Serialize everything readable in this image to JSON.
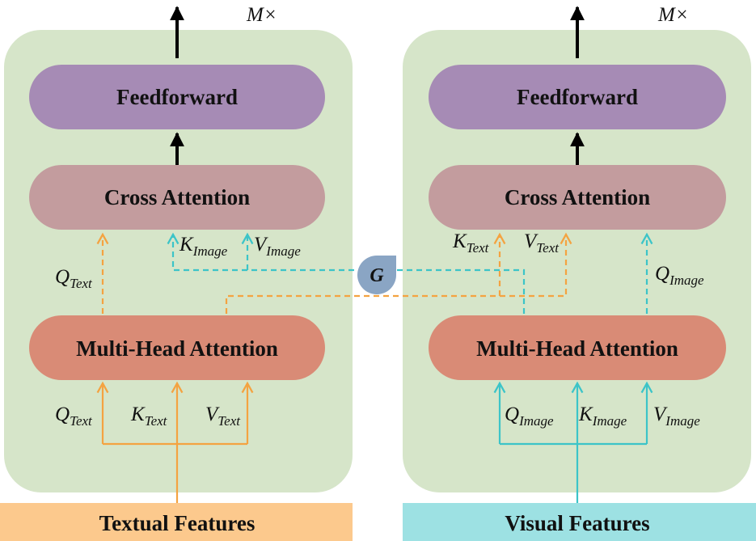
{
  "colors": {
    "panel": "#d6e5c9",
    "feedforward": "#a68bb5",
    "cross_attention": "#c39c9e",
    "multi_head": "#d98b76",
    "gate": "#8aa5c4",
    "orange": "#f4a341",
    "cyan": "#3cc4c8",
    "textual_bar": "#fcc98d",
    "visual_bar": "#9de1e3"
  },
  "left": {
    "repeat": "M×",
    "feedforward": "Feedforward",
    "cross_attention": "Cross Attention",
    "multi_head": "Multi-Head Attention",
    "q_cross": {
      "main": "Q",
      "sub": "Text"
    },
    "k_cross": {
      "main": "K",
      "sub": "Image"
    },
    "v_cross": {
      "main": "V",
      "sub": "Image"
    },
    "q_in": {
      "main": "Q",
      "sub": "Text"
    },
    "k_in": {
      "main": "K",
      "sub": "Text"
    },
    "v_in": {
      "main": "V",
      "sub": "Text"
    },
    "input": "Textual Features"
  },
  "right": {
    "repeat": "M×",
    "feedforward": "Feedforward",
    "cross_attention": "Cross Attention",
    "multi_head": "Multi-Head Attention",
    "k_cross": {
      "main": "K",
      "sub": "Text"
    },
    "v_cross": {
      "main": "V",
      "sub": "Text"
    },
    "q_cross": {
      "main": "Q",
      "sub": "Image"
    },
    "q_in": {
      "main": "Q",
      "sub": "Image"
    },
    "k_in": {
      "main": "K",
      "sub": "Image"
    },
    "v_in": {
      "main": "V",
      "sub": "Image"
    },
    "input": "Visual Features"
  },
  "gate": "G"
}
